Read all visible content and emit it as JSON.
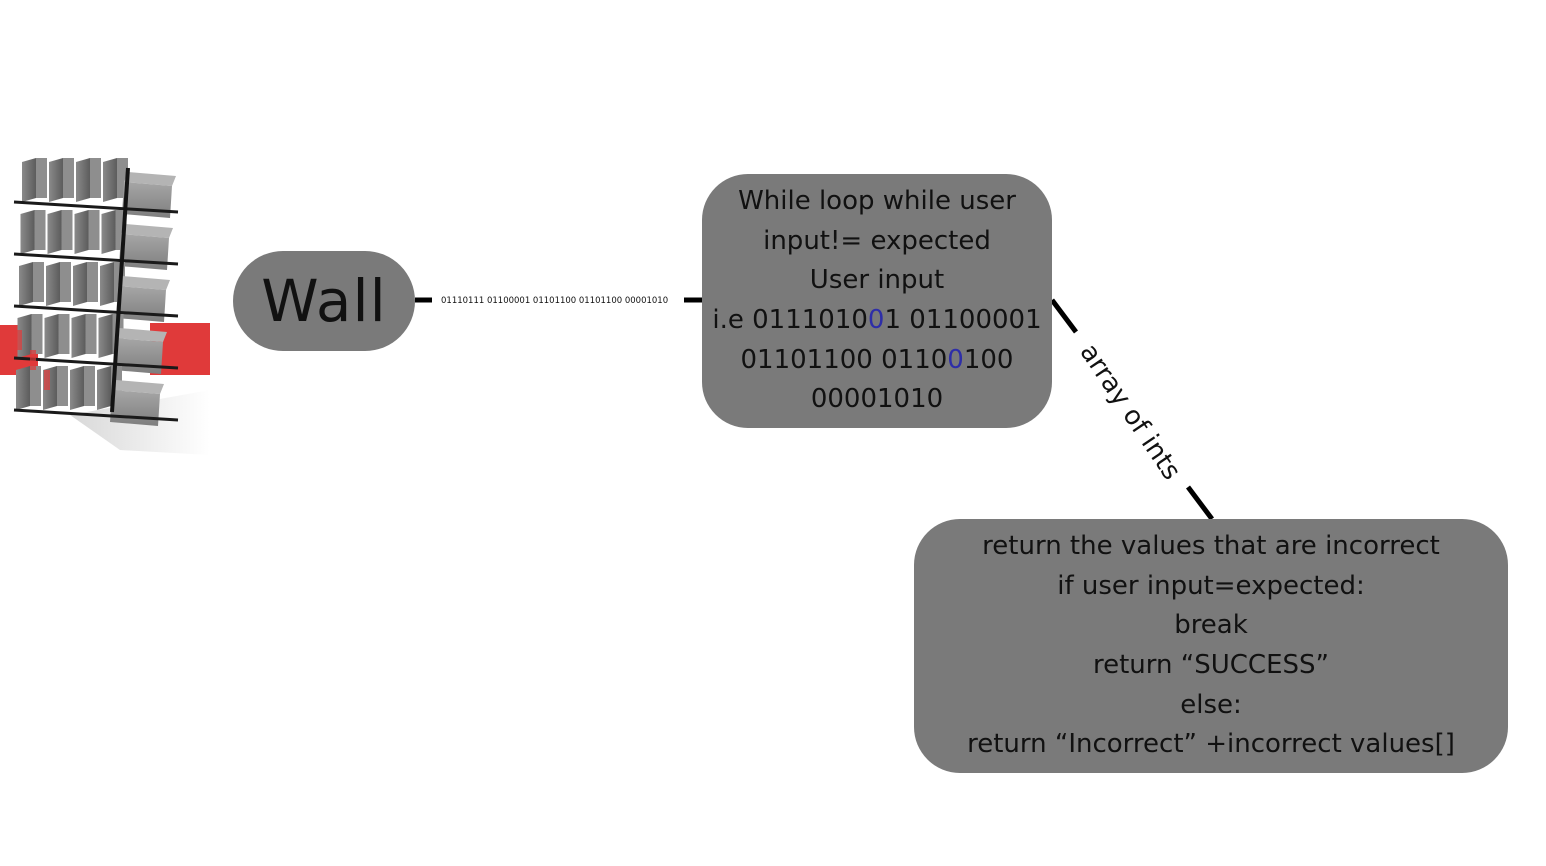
{
  "nodes": {
    "wall": {
      "label": "Wall"
    },
    "loop": {
      "lines": [
        [
          {
            "t": "While loop while user"
          }
        ],
        [
          {
            "t": "input!= expected"
          }
        ],
        [
          {
            "t": "User input"
          }
        ],
        [
          {
            "t": "i.e 0111010"
          },
          {
            "t": "0",
            "hl": true
          },
          {
            "t": "1 01100001"
          }
        ],
        [
          {
            "t": "01101100 0110"
          },
          {
            "t": "0",
            "hl": true
          },
          {
            "t": "100"
          }
        ],
        [
          {
            "t": "00001010"
          }
        ]
      ]
    },
    "result": {
      "lines": [
        [
          {
            "t": "return the values that are incorrect"
          }
        ],
        [
          {
            "t": "if user input=expected:"
          }
        ],
        [
          {
            "t": "break"
          }
        ],
        [
          {
            "t": "return “SUCCESS”"
          }
        ],
        [
          {
            "t": "else:"
          }
        ],
        [
          {
            "t": "return “Incorrect” +incorrect values[]"
          }
        ]
      ]
    }
  },
  "edges": {
    "wall_to_loop": {
      "label": "01110111 01100001 01101100 01101100 00001010"
    },
    "loop_to_result": {
      "label": "array of ints"
    }
  },
  "colors": {
    "node_fill": "#7a7a7a",
    "highlight_digit": "#2e2ea8",
    "connector": "#000000",
    "wall_accent": "#e03a3a"
  },
  "image": {
    "icon": "firewall-icon"
  }
}
